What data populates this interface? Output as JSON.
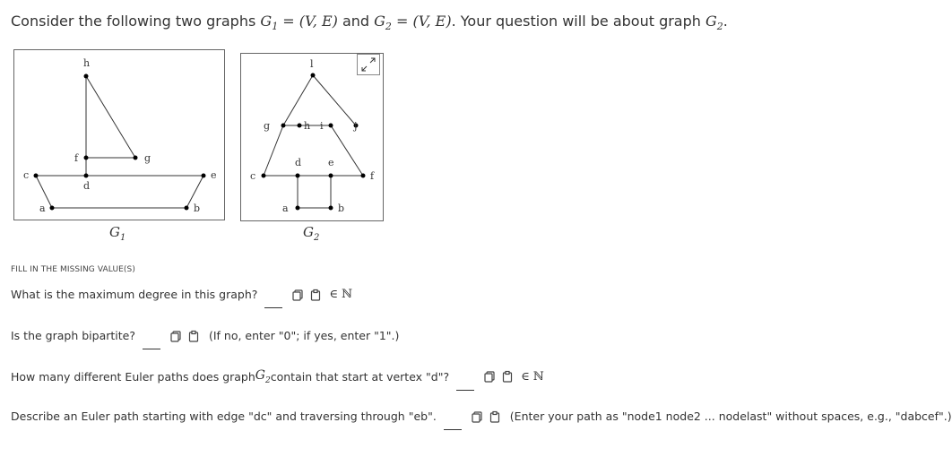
{
  "header": {
    "text1": "Consider the following two graphs ",
    "g1": "G",
    "g1_sub": "1",
    "eq1": " = (V, E)",
    "and": " and ",
    "g2": "G",
    "g2_sub": "2",
    "eq2": " = (V, E)",
    "text2": ". Your question will be about graph ",
    "g3": "G",
    "g3_sub": "2",
    "end": "."
  },
  "graph1": {
    "caption": "G",
    "caption_sub": "1",
    "labels": {
      "h": "h",
      "f": "f",
      "g": "g",
      "d": "d",
      "c": "c",
      "e": "e",
      "a": "a",
      "b": "b"
    }
  },
  "graph2": {
    "caption": "G",
    "caption_sub": "2",
    "labels": {
      "l": "l",
      "g": "g",
      "h": "h",
      "i": "i",
      "j": "j",
      "d": "d",
      "e": "e",
      "c": "c",
      "f": "f",
      "a": "a",
      "b": "b"
    },
    "expand_icon": "expand-icon"
  },
  "section_label": "FILL IN THE MISSING VALUE(S)",
  "questions": [
    {
      "text": "What is the maximum degree in this graph?",
      "suffix": "∈ ℕ",
      "hint": ""
    },
    {
      "text": "Is the graph bipartite?",
      "suffix": "",
      "hint": "(If no, enter \"0\"; if yes, enter \"1\".)"
    },
    {
      "text_pre": "How many different Euler paths does graph ",
      "g": "G",
      "g_sub": "2",
      "text_post": " contain that start at vertex \"d\"?",
      "suffix": "∈ ℕ"
    },
    {
      "text": "Describe an Euler path starting with edge \"dc\" and traversing through \"eb\".",
      "hint": "(Enter your path as \"node1 node2 ... nodelast\" without spaces, e.g., \"dabcef\".)"
    }
  ],
  "icons": {
    "copy": "copy-icon",
    "paste": "clipboard-icon"
  }
}
